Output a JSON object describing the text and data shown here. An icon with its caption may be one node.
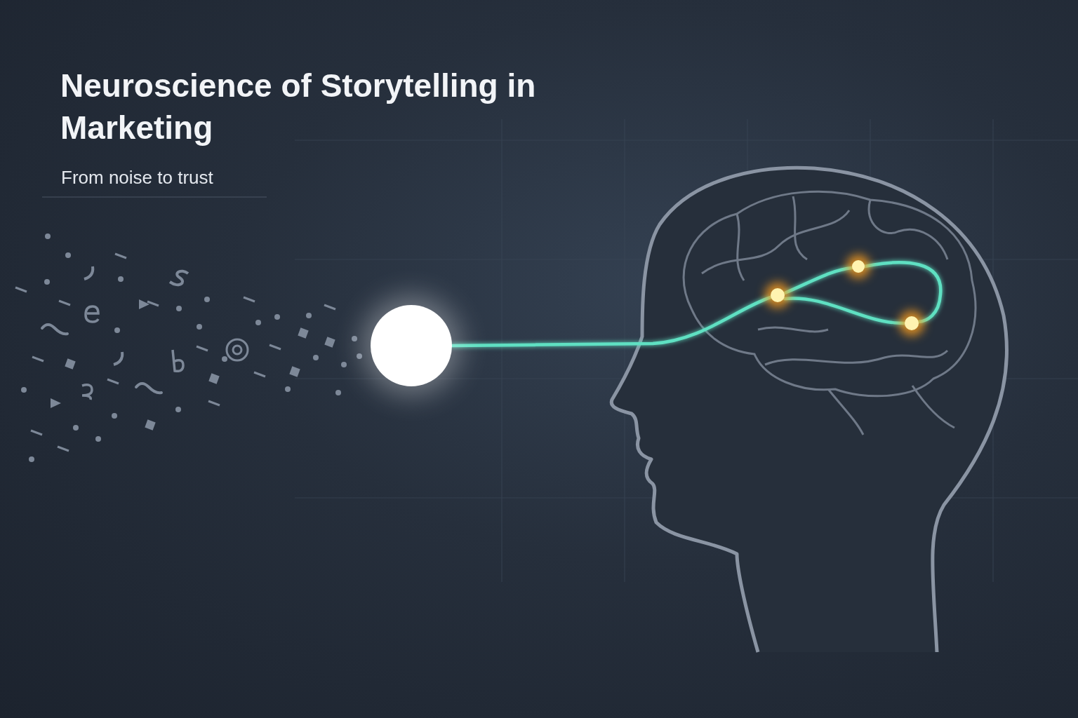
{
  "diagram": {
    "title": "Neuroscience of Storytelling in Marketing",
    "nodes": [
      {
        "text": [],
        "shape": "circle"
      },
      {
        "text": [],
        "shape": "circle"
      },
      {
        "text": [],
        "shape": "circle"
      },
      {
        "text": [],
        "shape": "circle"
      }
    ],
    "edges": [
      {
        "from": 0,
        "to": 1,
        "arrow": "none"
      },
      {
        "from": 1,
        "to": 2,
        "arrow": "none"
      },
      {
        "from": 2,
        "to": 3,
        "arrow": "none"
      },
      {
        "from": 1,
        "to": 3,
        "arrow": "none"
      }
    ],
    "labels": [
      "From noise to trust"
    ]
  }
}
